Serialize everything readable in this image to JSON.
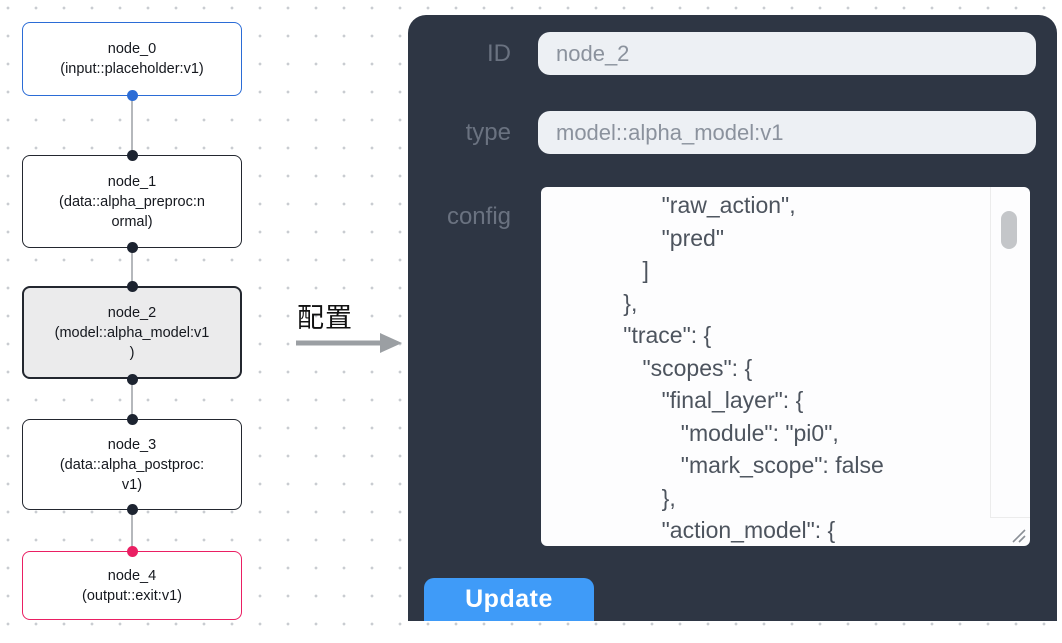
{
  "flow": {
    "nodes": [
      {
        "id": "node_0",
        "label": "node_0\n(input::placeholder:v1)",
        "border_color": "#2b6cd6",
        "selected": false
      },
      {
        "id": "node_1",
        "label": "node_1\n(data::alpha_preproc:n\normal)",
        "border_color": "#23272f",
        "selected": false
      },
      {
        "id": "node_2",
        "label": "node_2\n(model::alpha_model:v1\n)",
        "border_color": "#23272f",
        "selected": true
      },
      {
        "id": "node_3",
        "label": "node_3\n(data::alpha_postproc:\nv1)",
        "border_color": "#23272f",
        "selected": false
      },
      {
        "id": "node_4",
        "label": "node_4\n(output::exit:v1)",
        "border_color": "#ea1f63",
        "selected": false
      }
    ],
    "arrow_label": "配置"
  },
  "panel": {
    "fields": [
      {
        "label": "ID",
        "value": "node_2"
      },
      {
        "label": "type",
        "value": "model::alpha_model:v1"
      }
    ],
    "config_label": "config",
    "config_text": "                 \"raw_action\",\n                 \"pred\"\n              ]\n           },\n           \"trace\": {\n              \"scopes\": {\n                 \"final_layer\": {\n                    \"module\": \"pi0\",\n                    \"mark_scope\": false\n                 },\n                 \"action_model\": {",
    "update_label": "Update"
  },
  "colors": {
    "panel_background": "#2e3644",
    "input_node_accent": "#2b6cd6",
    "output_node_accent": "#ea1f63",
    "selected_node_fill": "#ebebec",
    "update_button": "#3f9bf8",
    "canvas_dots": "#c9ccd1"
  }
}
